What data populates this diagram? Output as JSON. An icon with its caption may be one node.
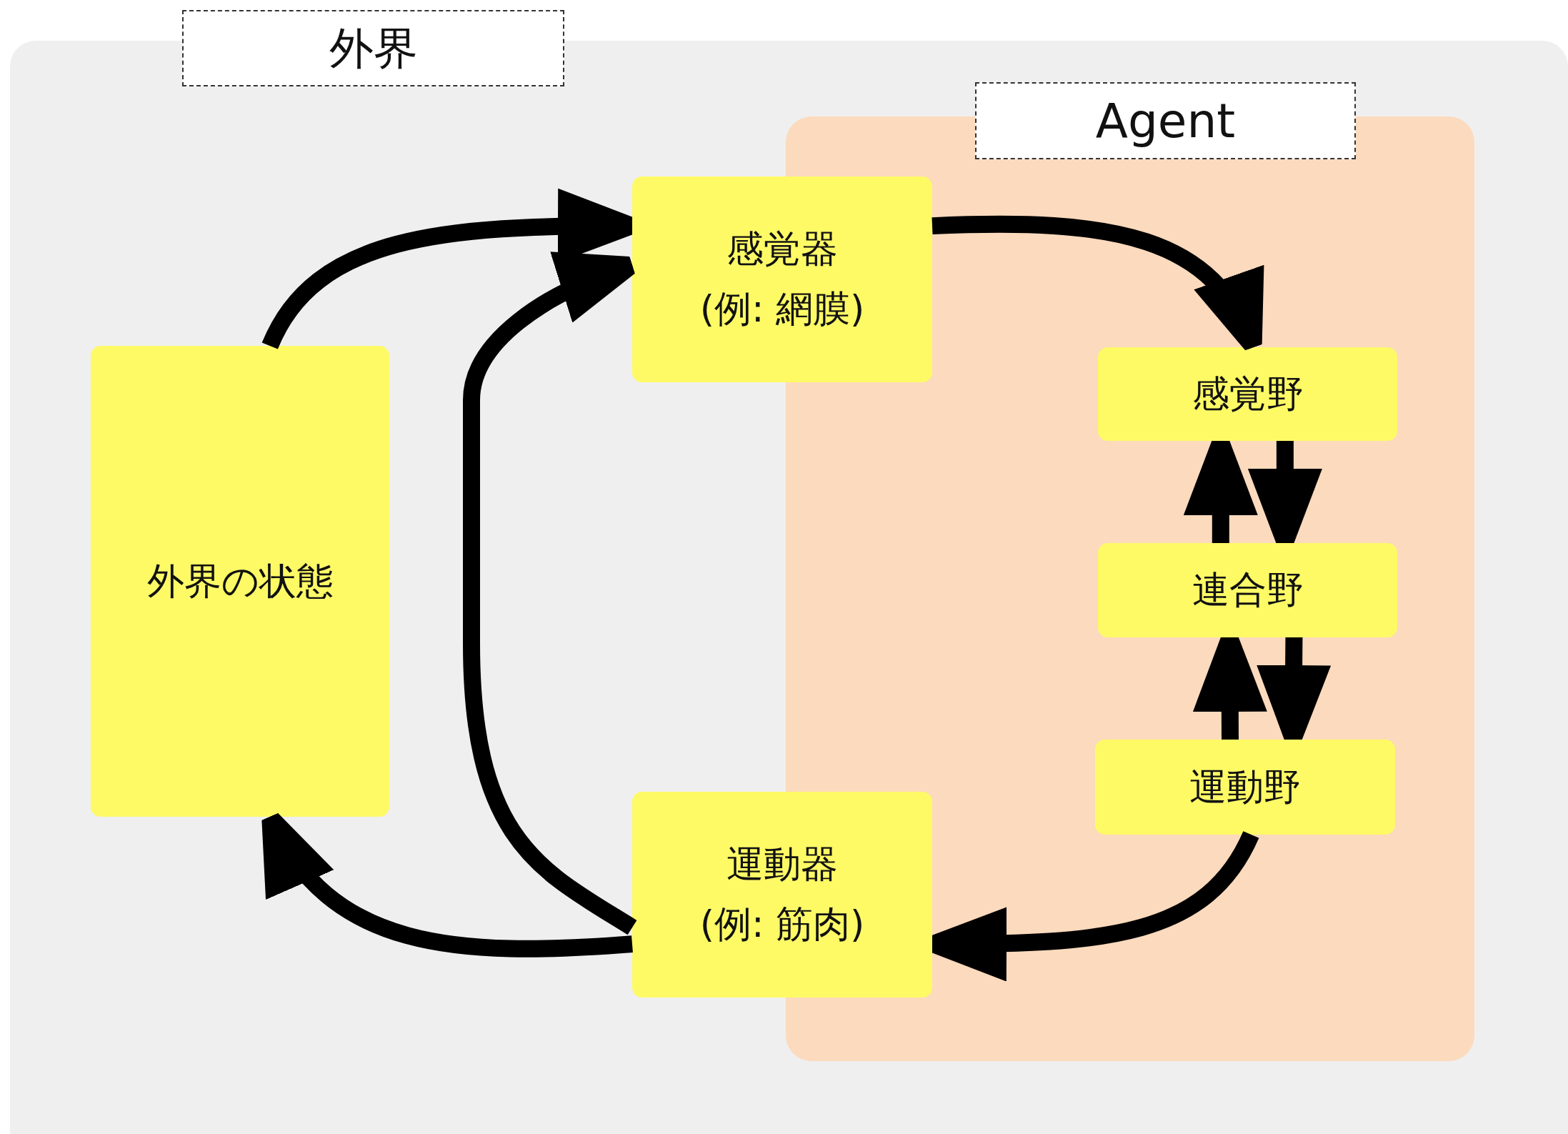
{
  "diagram": {
    "nodes": [
      {
        "text": [
          "外界"
        ]
      },
      {
        "text": [
          "Agent"
        ],
        "in": 0
      },
      {
        "text": [
          "外界の状態"
        ],
        "in": 0
      },
      {
        "text": [
          "感覚器",
          "(例: 網膜)"
        ],
        "in": 0
      },
      {
        "text": [
          "感覚野"
        ],
        "in": 1
      },
      {
        "text": [
          "連合野"
        ],
        "in": 1
      },
      {
        "text": [
          "運動野"
        ],
        "in": 1
      },
      {
        "text": [
          "運動器",
          "(例: 筋肉)"
        ],
        "in": 0
      }
    ],
    "edges": [
      {
        "from": 2,
        "to": 3,
        "arrow": "to"
      },
      {
        "from": 3,
        "to": 4,
        "arrow": "to"
      },
      {
        "from": 4,
        "to": 5,
        "arrow": "to"
      },
      {
        "from": 5,
        "to": 4,
        "arrow": "to"
      },
      {
        "from": 5,
        "to": 6,
        "arrow": "to"
      },
      {
        "from": 6,
        "to": 5,
        "arrow": "to"
      },
      {
        "from": 6,
        "to": 7,
        "arrow": "to"
      },
      {
        "from": 7,
        "to": 2,
        "arrow": "to"
      },
      {
        "from": 7,
        "to": 3,
        "arrow": "to"
      }
    ]
  }
}
